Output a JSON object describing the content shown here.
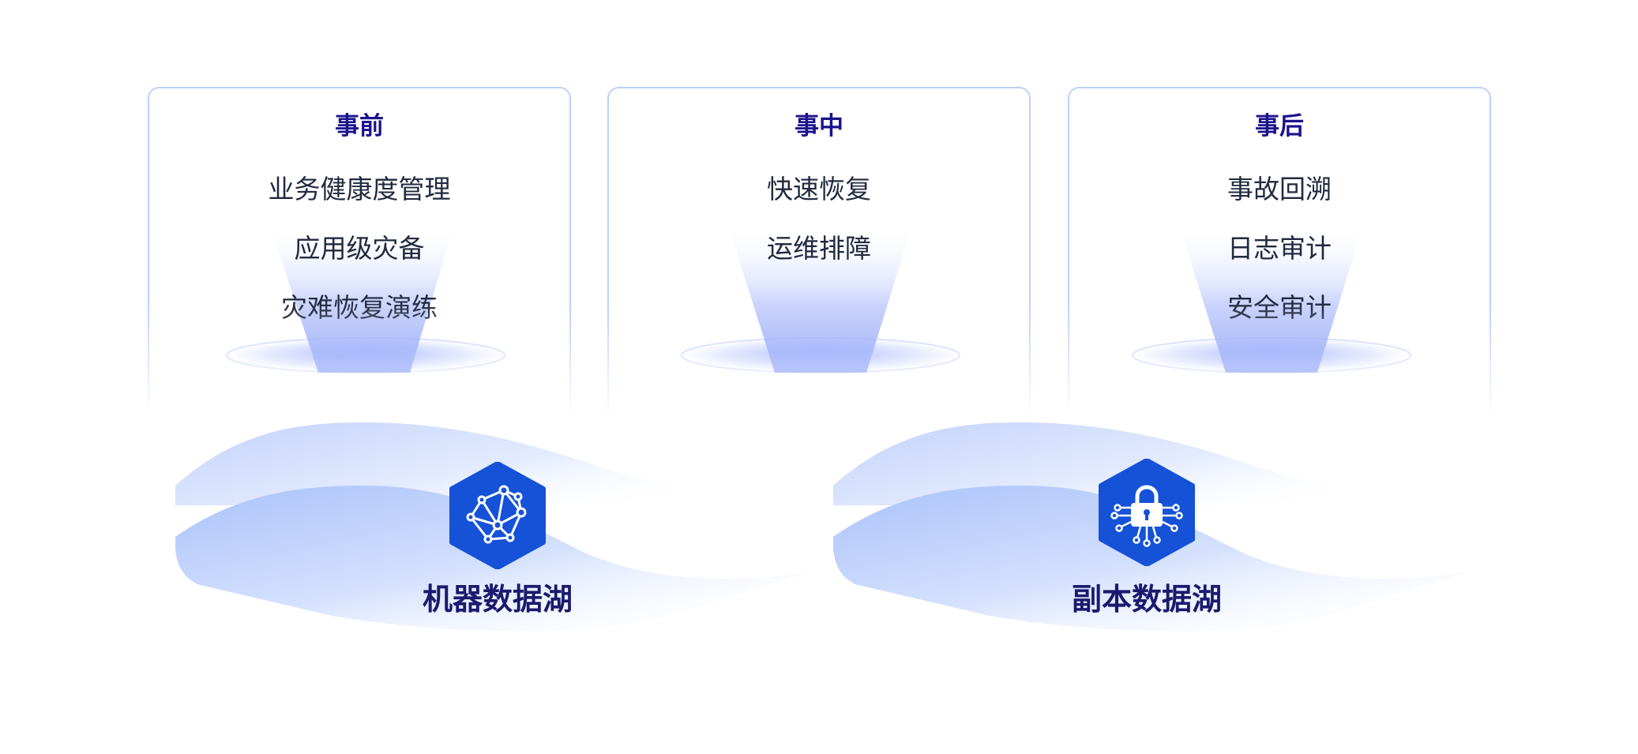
{
  "stages": [
    {
      "title": "事前",
      "items": [
        "业务健康度管理",
        "应用级灾备",
        "灾难恢复演练"
      ]
    },
    {
      "title": "事中",
      "items": [
        "快速恢复",
        "运维排障"
      ]
    },
    {
      "title": "事后",
      "items": [
        "事故回溯",
        "日志审计",
        "安全审计"
      ]
    }
  ],
  "lakes": [
    {
      "label": "机器数据湖",
      "icon": "network-nodes-icon"
    },
    {
      "label": "副本数据湖",
      "icon": "security-lock-icon"
    }
  ],
  "colors": {
    "title": "#1c128c",
    "item_text": "#222a3f",
    "lake_label": "#1b1a6e",
    "card_border": "#bcd0fb",
    "beam": "#4d6ef6",
    "icon_bg": "#1552d8"
  }
}
